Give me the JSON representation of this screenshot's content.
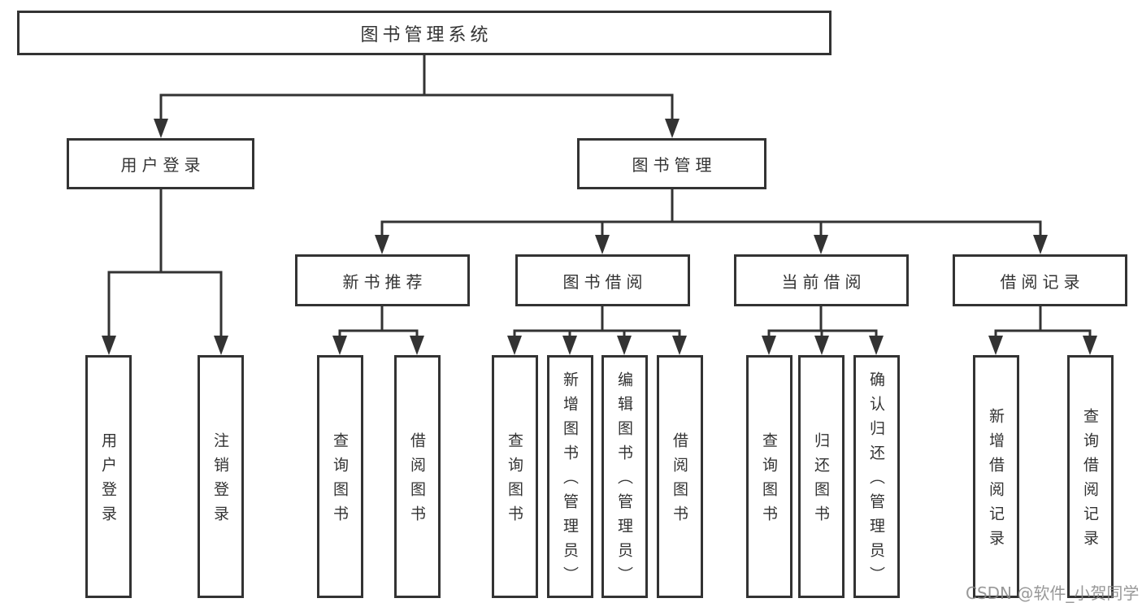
{
  "diagram": {
    "type": "tree",
    "watermark": "CSDN @软件_小贺同学",
    "colors": {
      "line": "#333333",
      "border": "#333333",
      "text": "#333333",
      "watermark": "#878787",
      "background": "#ffffff"
    },
    "nodes": {
      "root": "图书管理系统",
      "user_login_group": "用户登录",
      "book_mgmt": "图书管理",
      "new_book_rec": "新书推荐",
      "book_borrow": "图书借阅",
      "current_borrow": "当前借阅",
      "borrow_records": "借阅记录",
      "user_login": "用户登录",
      "logout": "注销登录",
      "nbr_query": "查询图书",
      "nbr_borrow": "借阅图书",
      "bb_query": "查询图书",
      "bb_add": "新增图书（管理员）",
      "bb_edit": "编辑图书（管理员）",
      "bb_borrow": "借阅图书",
      "cb_query": "查询图书",
      "cb_return": "归还图书",
      "cb_confirm": "确认归还（管理员）",
      "br_add": "新增借阅记录",
      "br_query": "查询借阅记录"
    },
    "hierarchy": [
      {
        "node": "root",
        "children": [
          "user_login_group",
          "book_mgmt"
        ]
      },
      {
        "node": "user_login_group",
        "children": [
          "user_login",
          "logout"
        ]
      },
      {
        "node": "book_mgmt",
        "children": [
          "new_book_rec",
          "book_borrow",
          "current_borrow",
          "borrow_records"
        ]
      },
      {
        "node": "new_book_rec",
        "children": [
          "nbr_query",
          "nbr_borrow"
        ]
      },
      {
        "node": "book_borrow",
        "children": [
          "bb_query",
          "bb_add",
          "bb_edit",
          "bb_borrow"
        ]
      },
      {
        "node": "current_borrow",
        "children": [
          "cb_query",
          "cb_return",
          "cb_confirm"
        ]
      },
      {
        "node": "borrow_records",
        "children": [
          "br_add",
          "br_query"
        ]
      }
    ]
  }
}
